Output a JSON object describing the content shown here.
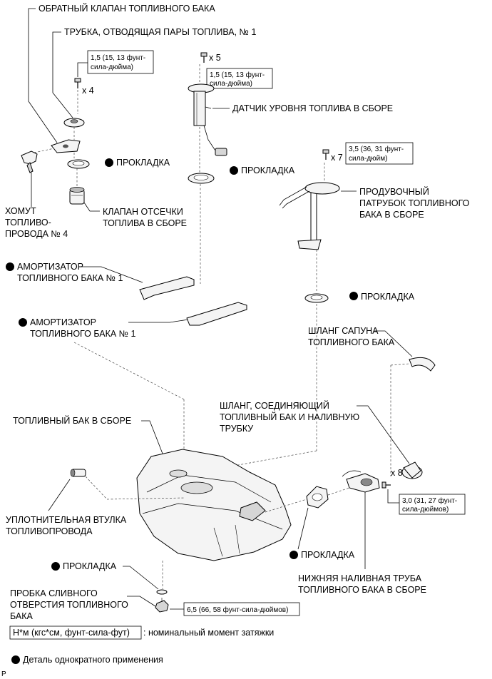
{
  "labels": {
    "check_valve": "ОБРАТНЫЙ КЛАПАН ТОПЛИВНОГО БАКА",
    "vapor_tube": "ТРУБКА, ОТВОДЯЩАЯ ПАРЫ ТОПЛИВА, № 1",
    "fuel_gauge": "ДАТЧИК УРОВНЯ ТОПЛИВА В СБОРЕ",
    "gasket": "ПРОКЛАДКА",
    "purge_l1": "ПРОДУВОЧНЫЙ",
    "purge_l2": "ПАТРУБОК ТОПЛИВНОГО",
    "purge_l3": "БАКА В СБОРЕ",
    "clamp_l1": "ХОМУТ",
    "clamp_l2": "ТОПЛИВО-",
    "clamp_l3": "ПРОВОДА № 4",
    "cutoff_l1": "КЛАПАН ОТСЕЧКИ",
    "cutoff_l2": "ТОПЛИВА В СБОРЕ",
    "cushion_l1": "АМОРТИЗАТОР",
    "cushion_l2": "ТОПЛИВНОГО БАКА № 1",
    "breather_l1": "ШЛАНГ САПУНА",
    "breather_l2": "ТОПЛИВНОГО БАКА",
    "filler_hose_l1": "ШЛАНГ, СОЕДИНЯЮЩИЙ",
    "filler_hose_l2": "ТОПЛИВНЫЙ БАК И НАЛИВНУЮ",
    "filler_hose_l3": "ТРУБКУ",
    "tank": "ТОПЛИВНЫЙ БАК В СБОРЕ",
    "grommet_l1": "УПЛОТНИТЕЛЬНАЯ ВТУЛКА",
    "grommet_l2": "ТОПЛИВОПРОВОДА",
    "filler_pipe_l1": "НИЖНЯЯ НАЛИВНАЯ ТРУБА",
    "filler_pipe_l2": "ТОПЛИВНОГО БАКА В СБОРЕ",
    "drain_l1": "ПРОБКА СЛИВНОГО",
    "drain_l2": "ОТВЕРСТИЯ ТОПЛИВНОГО",
    "drain_l3": "БАКА"
  },
  "torques": {
    "t1_l1": "1,5 (15, 13 фунт-",
    "t1_l2": "сила-дюйма)",
    "t2_l1": "1,5 (15, 13 фунт-",
    "t2_l2": "сила-дюйма)",
    "t3_l1": "3,5 (36, 31 фунт-",
    "t3_l2": "сила-дюйм)",
    "t4_l1": "3,0 (31, 27 фунт-",
    "t4_l2": "сила-дюймов)",
    "t5": "6,5 (66, 58 фунт-сила-дюймов)"
  },
  "counts": {
    "x4": "x 4",
    "x5": "x 5",
    "x7": "x 7",
    "x8": "x 8"
  },
  "legend": {
    "torque_unit": "Н*м (кгс*см, фунт-сила-фут)",
    "torque_desc": ": номинальный момент затяжки",
    "non_reusable": "Деталь однократного применения",
    "page_mark": "P"
  }
}
